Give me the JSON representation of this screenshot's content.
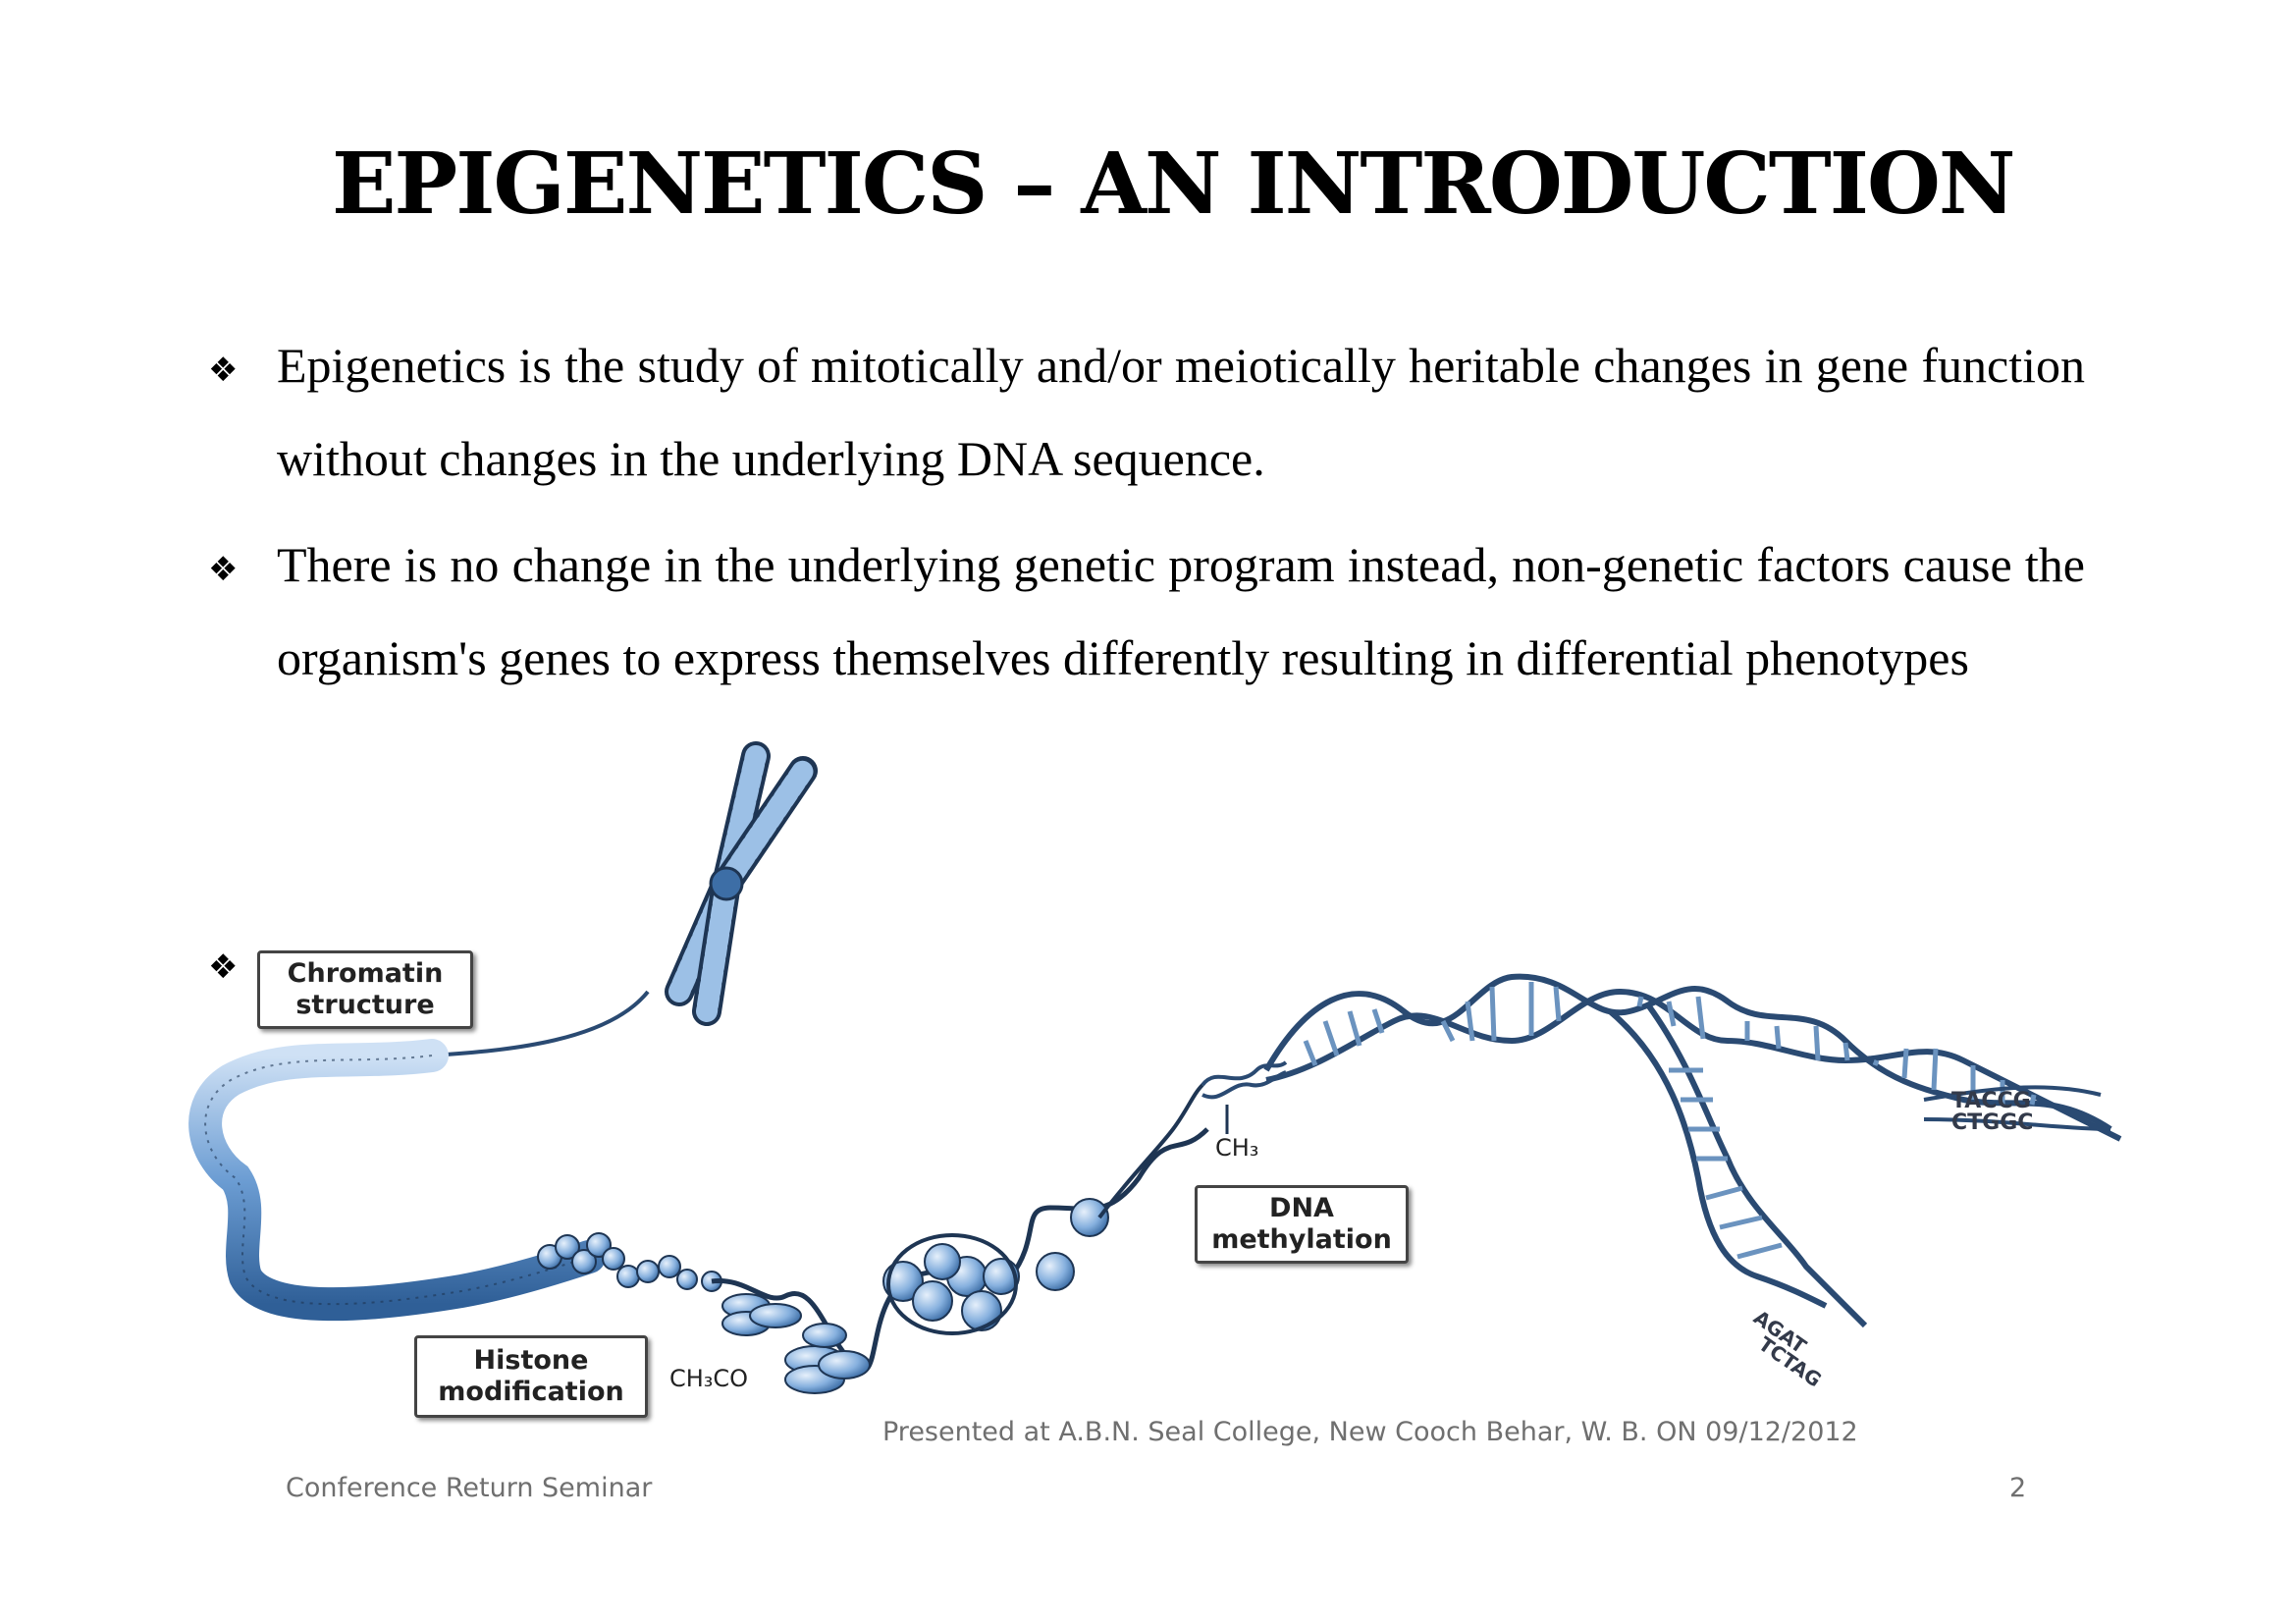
{
  "slide": {
    "title": "EPIGENETICS – AN INTRODUCTION",
    "bullets": [
      "Epigenetics is the study of mitotically and/or meiotically heritable changes in gene function without changes in the underlying DNA sequence.",
      "There is no change in the underlying genetic program instead, non-genetic factors cause the organism's genes to express themselves differently resulting in differential phenotypes",
      ""
    ],
    "bullet_symbol": "❖"
  },
  "figure": {
    "labels": {
      "chromatin": "Chromatin structure",
      "histone": "Histone modification",
      "methylation": "DNA methylation",
      "acetyl": "CH₃CO",
      "methyl": "CH₃"
    },
    "bases": {
      "top_strand": "TACCG",
      "bottom_strand": "CTGGC",
      "lower_a": "AGAT",
      "lower_b": "TCTAG"
    },
    "colors": {
      "dna_blue": "#5b8fc7",
      "light_blue": "#a9c8ea",
      "dark_outline": "#1e3553"
    }
  },
  "footer": {
    "presented": "Presented at A.B.N. Seal College, New Cooch Behar, W. B. ON 09/12/2012",
    "left": "Conference Return Seminar",
    "page": "2"
  }
}
